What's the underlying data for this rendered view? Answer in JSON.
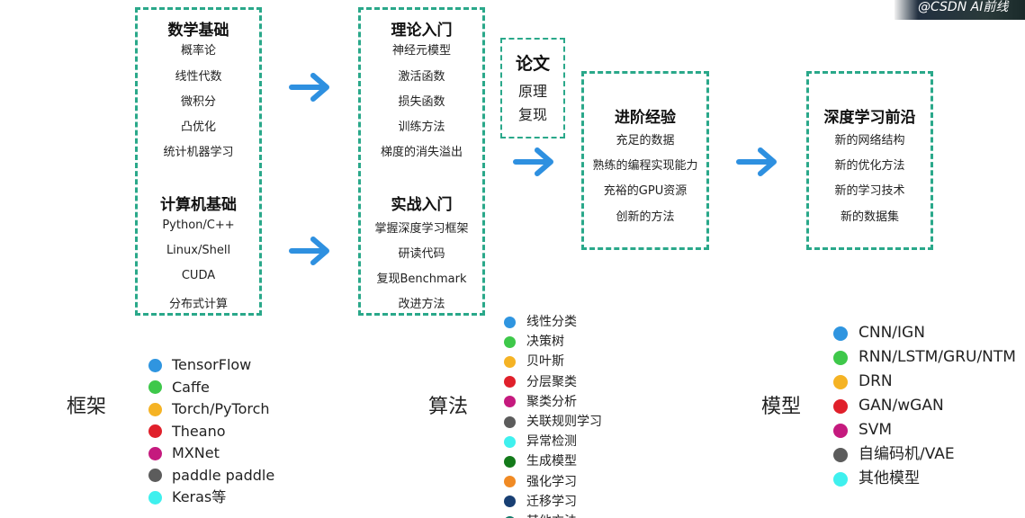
{
  "watermark": "@CSDN AI前线",
  "boxes": {
    "math": {
      "title": "数学基础",
      "items": [
        "概率论",
        "线性代数",
        "微积分",
        "凸优化",
        "统计机器学习"
      ]
    },
    "cs": {
      "title": "计算机基础",
      "items": [
        "Python/C++",
        "Linux/Shell",
        "CUDA",
        "分布式计算"
      ]
    },
    "theory": {
      "title": "理论入门",
      "items": [
        "神经元模型",
        "激活函数",
        "损失函数",
        "训练方法",
        "梯度的消失溢出"
      ]
    },
    "practice": {
      "title": "实战入门",
      "items": [
        "掌握深度学习框架",
        "研读代码",
        "复现Benchmark",
        "改进方法"
      ]
    },
    "paper": {
      "title": "论文",
      "items": [
        "原理",
        "复现"
      ]
    },
    "advanced": {
      "title": "进阶经验",
      "items": [
        "充足的数据",
        "熟练的编程实现能力",
        "充裕的GPU资源",
        "创新的方法"
      ]
    },
    "frontier": {
      "title": "深度学习前沿",
      "items": [
        "新的网络结构",
        "新的优化方法",
        "新的学习技术",
        "新的数据集"
      ]
    }
  },
  "sections": {
    "frameworks": {
      "label": "框架",
      "items": [
        {
          "name": "TensorFlow",
          "color": "#2f95e0"
        },
        {
          "name": "Caffe",
          "color": "#3ec84a"
        },
        {
          "name": "Torch/PyTorch",
          "color": "#f5b324"
        },
        {
          "name": "Theano",
          "color": "#e0202b"
        },
        {
          "name": "MXNet",
          "color": "#c51a7e"
        },
        {
          "name": "paddle paddle",
          "color": "#5c5c5c"
        },
        {
          "name": "Keras等",
          "color": "#3ff0ee"
        }
      ]
    },
    "algorithms": {
      "label": "算法",
      "items": [
        {
          "name": "线性分类",
          "color": "#2f95e0"
        },
        {
          "name": "决策树",
          "color": "#3ec84a"
        },
        {
          "name": "贝叶斯",
          "color": "#f5b324"
        },
        {
          "name": "分层聚类",
          "color": "#e0202b"
        },
        {
          "name": "聚类分析",
          "color": "#c51a7e"
        },
        {
          "name": "关联规则学习",
          "color": "#5c5c5c"
        },
        {
          "name": "异常检测",
          "color": "#3ff0ee"
        },
        {
          "name": "生成模型",
          "color": "#137a1a"
        },
        {
          "name": "强化学习",
          "color": "#f08a24"
        },
        {
          "name": "迁移学习",
          "color": "#183f73"
        },
        {
          "name": "其他方法",
          "color": "#137a6a"
        }
      ]
    },
    "models": {
      "label": "模型",
      "items": [
        {
          "name": "CNN/IGN",
          "color": "#2f95e0"
        },
        {
          "name": "RNN/LSTM/GRU/NTM",
          "color": "#3ec84a"
        },
        {
          "name": "DRN",
          "color": "#f5b324"
        },
        {
          "name": "GAN/wGAN",
          "color": "#e0202b"
        },
        {
          "name": "SVM",
          "color": "#c51a7e"
        },
        {
          "name": "自编码机/VAE",
          "color": "#5c5c5c"
        },
        {
          "name": "其他模型",
          "color": "#3ff0ee"
        }
      ]
    }
  },
  "colors": {
    "box_border": "#2aa88a",
    "arrow": "#2e90e0"
  }
}
